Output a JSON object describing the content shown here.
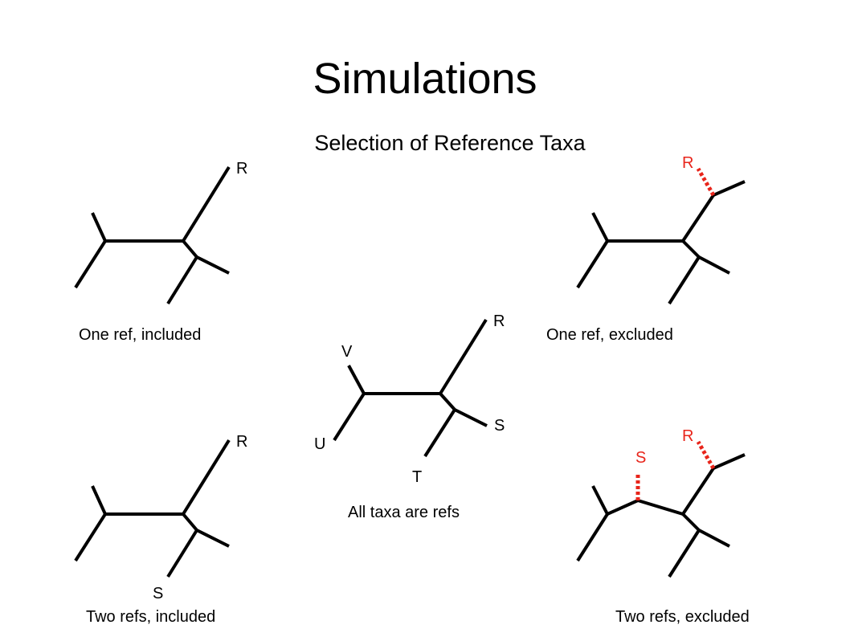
{
  "slide": {
    "title": "Simulations",
    "subtitle": "Selection of Reference Taxa"
  },
  "panels": {
    "one_ref_included": {
      "caption": "One ref, included",
      "labels": {
        "r": "R"
      }
    },
    "one_ref_excluded": {
      "caption": "One ref, excluded",
      "labels": {
        "r": "R"
      }
    },
    "all_refs": {
      "caption": "All taxa are refs",
      "labels": {
        "r": "R",
        "s": "S",
        "t": "T",
        "u": "U",
        "v": "V"
      }
    },
    "two_refs_included": {
      "caption": "Two refs, included",
      "labels": {
        "r": "R",
        "s": "S"
      }
    },
    "two_refs_excluded": {
      "caption": "Two refs, excluded",
      "labels": {
        "r": "R",
        "s": "S"
      }
    }
  },
  "colors": {
    "branch": "#000000",
    "excluded_reference": "#e8251b"
  }
}
